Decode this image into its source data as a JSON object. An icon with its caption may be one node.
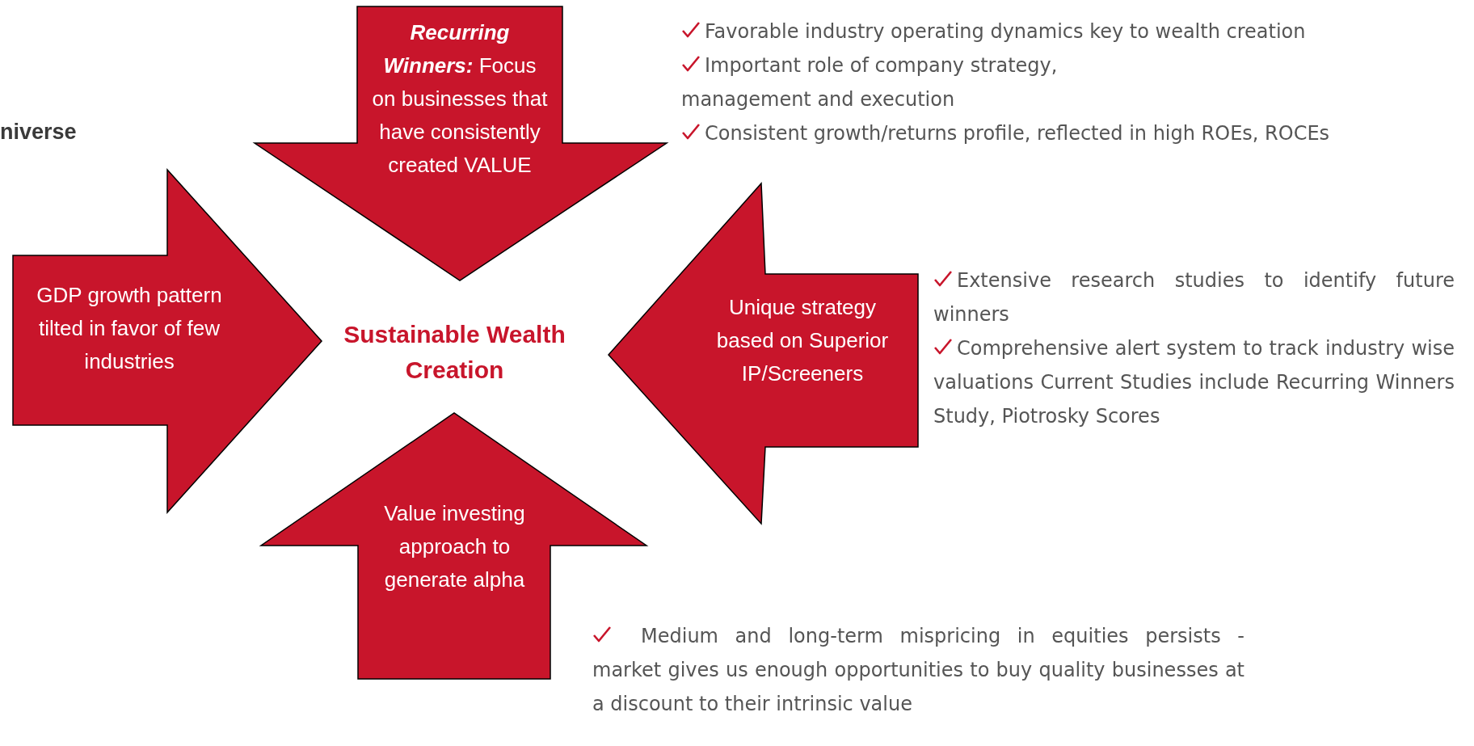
{
  "diagram": {
    "nodes": [
      {
        "text": [
          "**Recurring Winners:** Focus on businesses that have consistently created VALUE"
        ]
      },
      {
        "text": [
          "GDP growth pattern tilted in favor of few industries"
        ]
      },
      {
        "text": [
          "Unique strategy based on Superior IP/Screeners"
        ]
      },
      {
        "text": [
          "Value investing approach to generate alpha"
        ]
      }
    ],
    "labels": [
      "niverse",
      "Sustainable Wealth Creation",
      "Favorable industry operating dynamics key to wealth creation",
      "Important role of company strategy, management and execution",
      "Consistent growth/returns profile, reflected in high ROEs, ROCEs",
      "Extensive research studies to identify future winners",
      "Comprehensive alert system to track industry wise valuations Current Studies include Recurring Winners Study, Piotrosky Scores",
      "Medium and long-term mispricing in equities persists - market gives us enough opportunities to buy quality businesses at a discount to their intrinsic value"
    ]
  }
}
